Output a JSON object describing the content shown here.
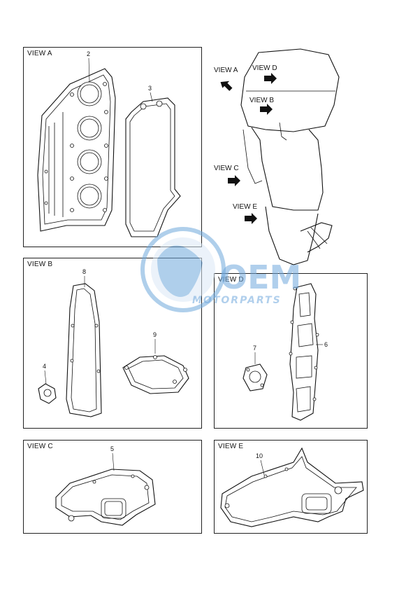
{
  "panels": {
    "view_a": {
      "title": "VIEW A",
      "callouts": [
        "2",
        "3"
      ]
    },
    "view_b": {
      "title": "VIEW B",
      "callouts": [
        "8",
        "9",
        "4"
      ]
    },
    "view_c": {
      "title": "VIEW C",
      "callouts": [
        "5"
      ]
    },
    "view_d": {
      "title": "VIEW D",
      "callouts": [
        "7",
        "6"
      ]
    },
    "view_e": {
      "title": "VIEW E",
      "callouts": [
        "10"
      ]
    }
  },
  "engine_arrows": {
    "view_a": "VIEW A",
    "view_b": "VIEW B",
    "view_c": "VIEW C",
    "view_d": "VIEW D",
    "view_e": "VIEW E"
  },
  "watermark": {
    "logo": "OEM",
    "tagline": "MOTORPARTS",
    "color": "#6fa8dc"
  },
  "icons": [
    "watermark-globe-icon",
    "view-arrow-icon"
  ]
}
